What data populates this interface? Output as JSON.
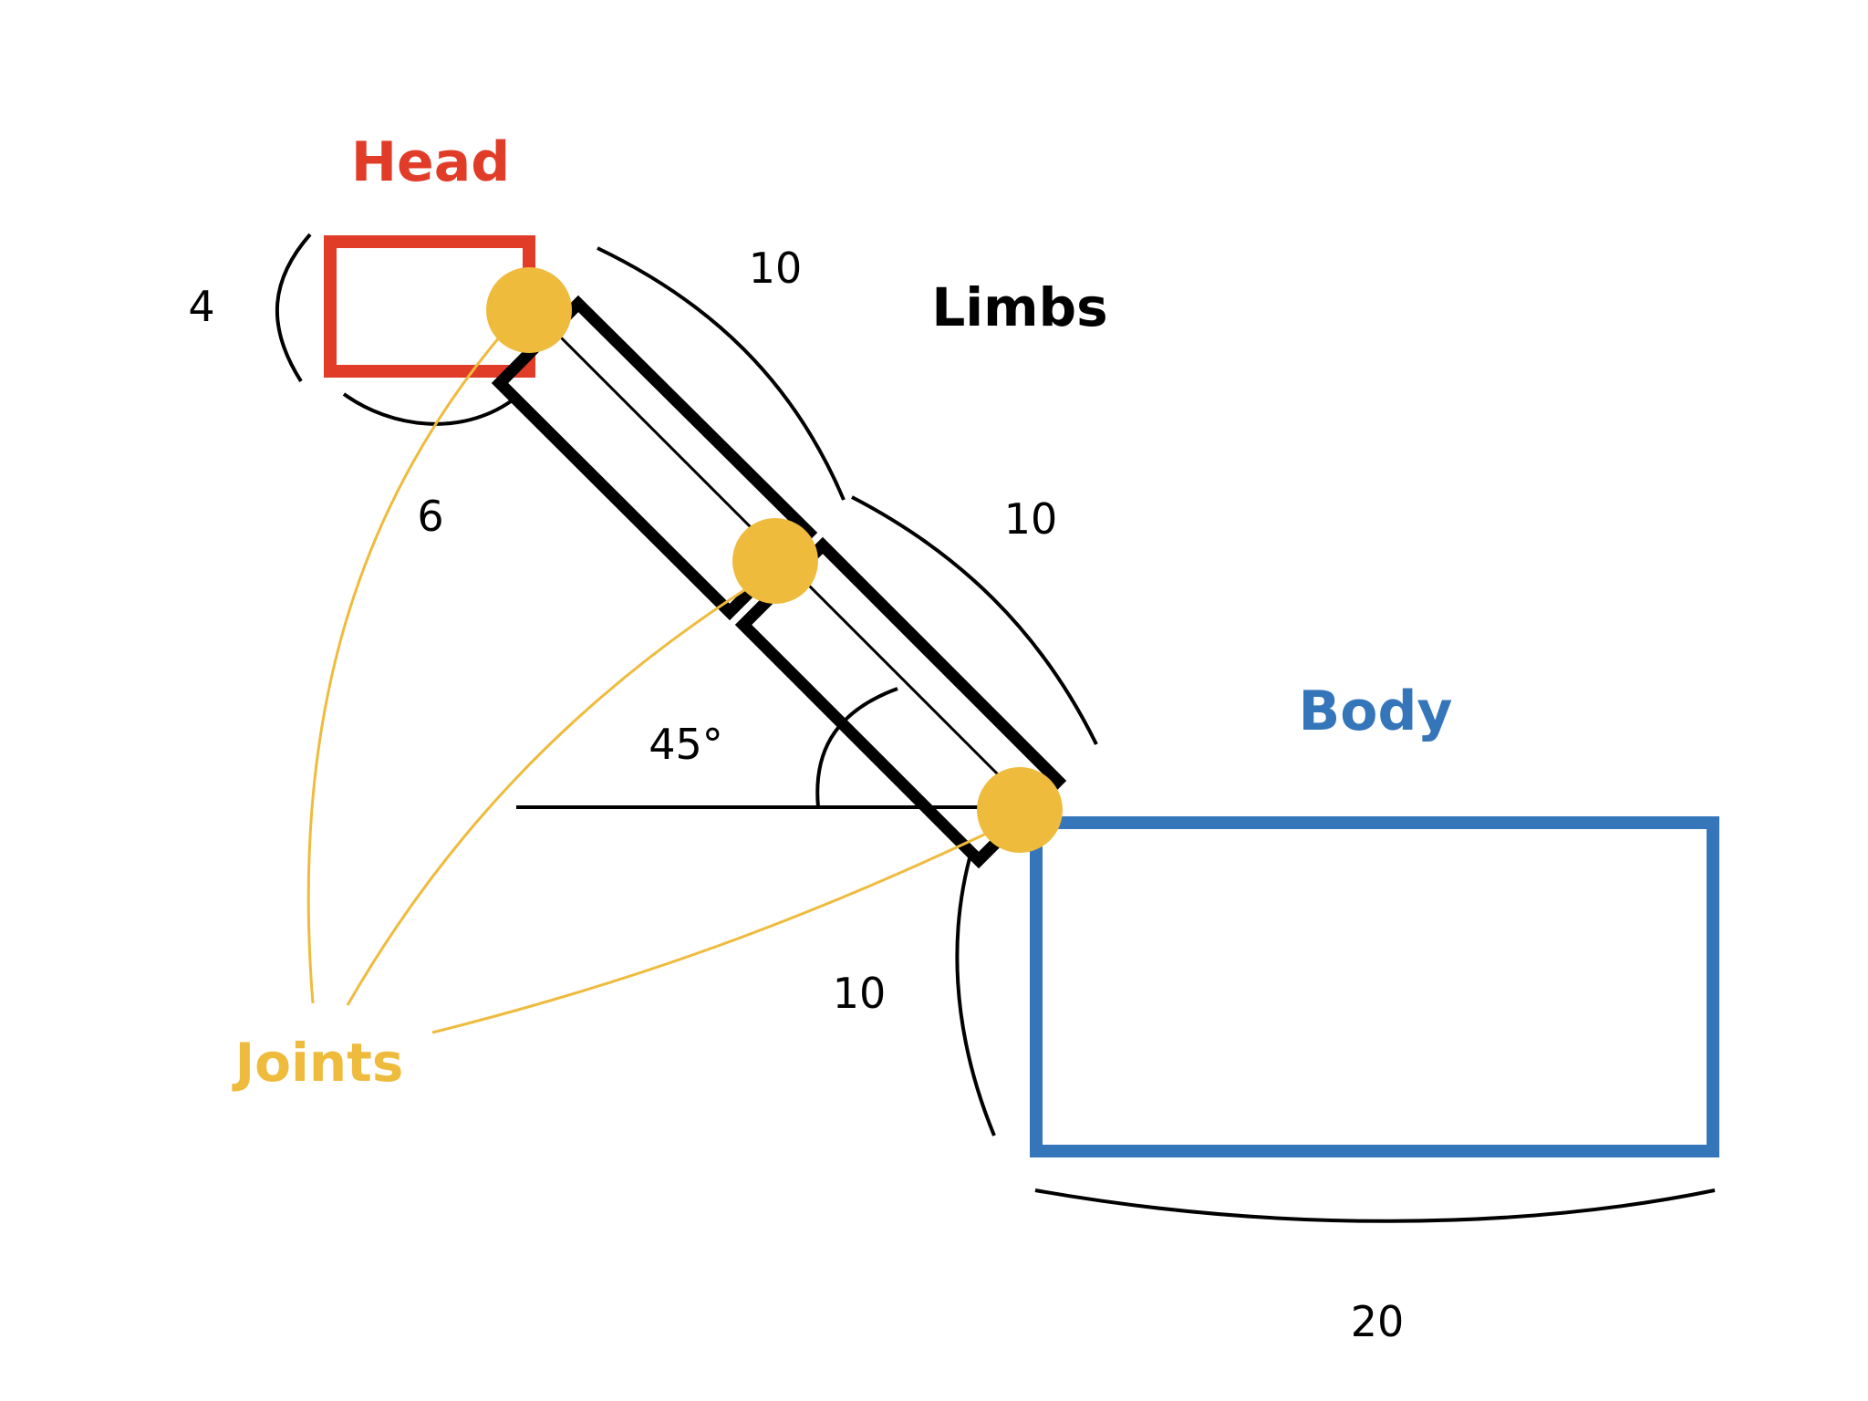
{
  "labels": {
    "head": "Head",
    "limbs": "Limbs",
    "body": "Body",
    "joints": "Joints"
  },
  "dimensions": {
    "head_height": "4",
    "head_width": "6",
    "upper_limb_length": "10",
    "lower_limb_length": "10",
    "limb_width": "10",
    "body_width": "20",
    "limb_angle": "45°"
  },
  "colors": {
    "head": "#e03c28",
    "body": "#3575ba",
    "joints": "#efbb3d",
    "limbs": "#000000",
    "annotation": "#000000"
  }
}
